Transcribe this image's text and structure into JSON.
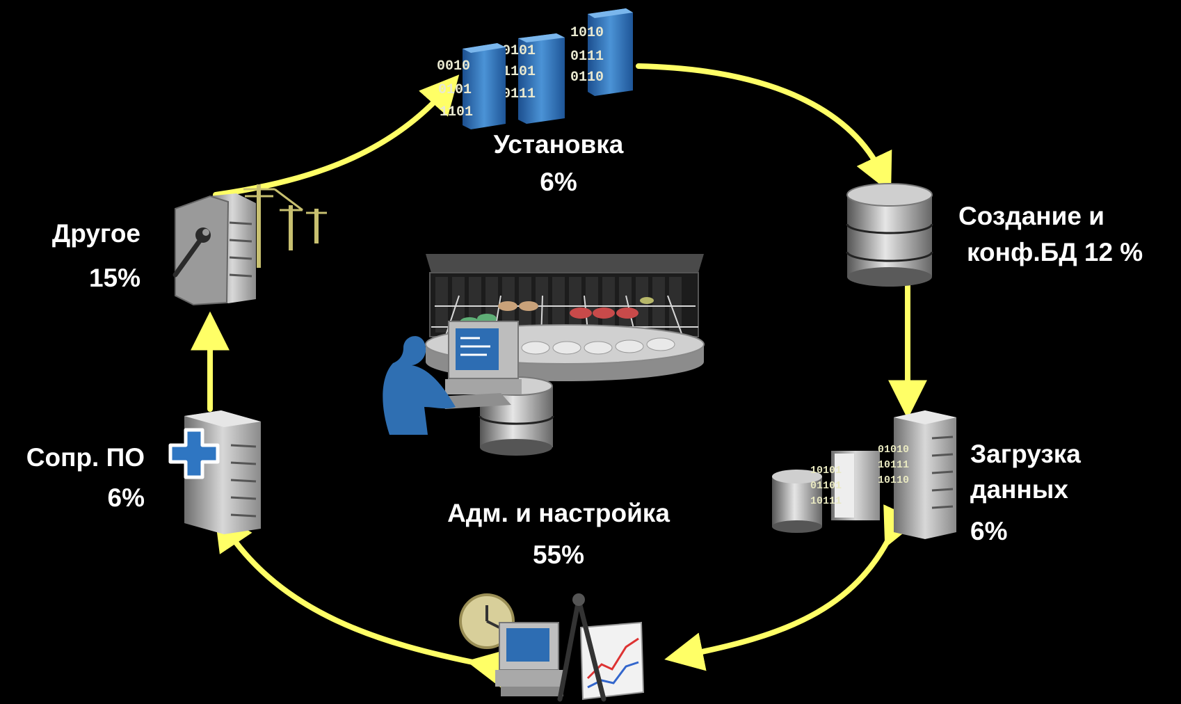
{
  "colors": {
    "background": "#000000",
    "arrow": "#ffff66",
    "text": "#ffffff",
    "accent_blue": "#3b82c4"
  },
  "stages": {
    "install": {
      "name": "Установка",
      "value": "6%",
      "icon": "binary-data-blocks-icon"
    },
    "create_db": {
      "name_line1": "Создание и",
      "name_line2": "конф.БД  12 %",
      "icon": "database-cylinder-icon"
    },
    "load": {
      "name_line1": "Загрузка",
      "name_line2": "данных",
      "value": "6%",
      "icon": "data-loading-servers-icon"
    },
    "admin": {
      "name": "Адм. и настройка",
      "value": "55%",
      "icon": "monitoring-tools-icon"
    },
    "support": {
      "name": "Сопр. ПО",
      "value": "6%",
      "icon": "server-medical-cross-icon"
    },
    "other": {
      "name": "Другое",
      "value": "15%",
      "icon": "server-wrench-icon"
    }
  },
  "center": {
    "icon": "dba-workstation-storage-icon"
  }
}
